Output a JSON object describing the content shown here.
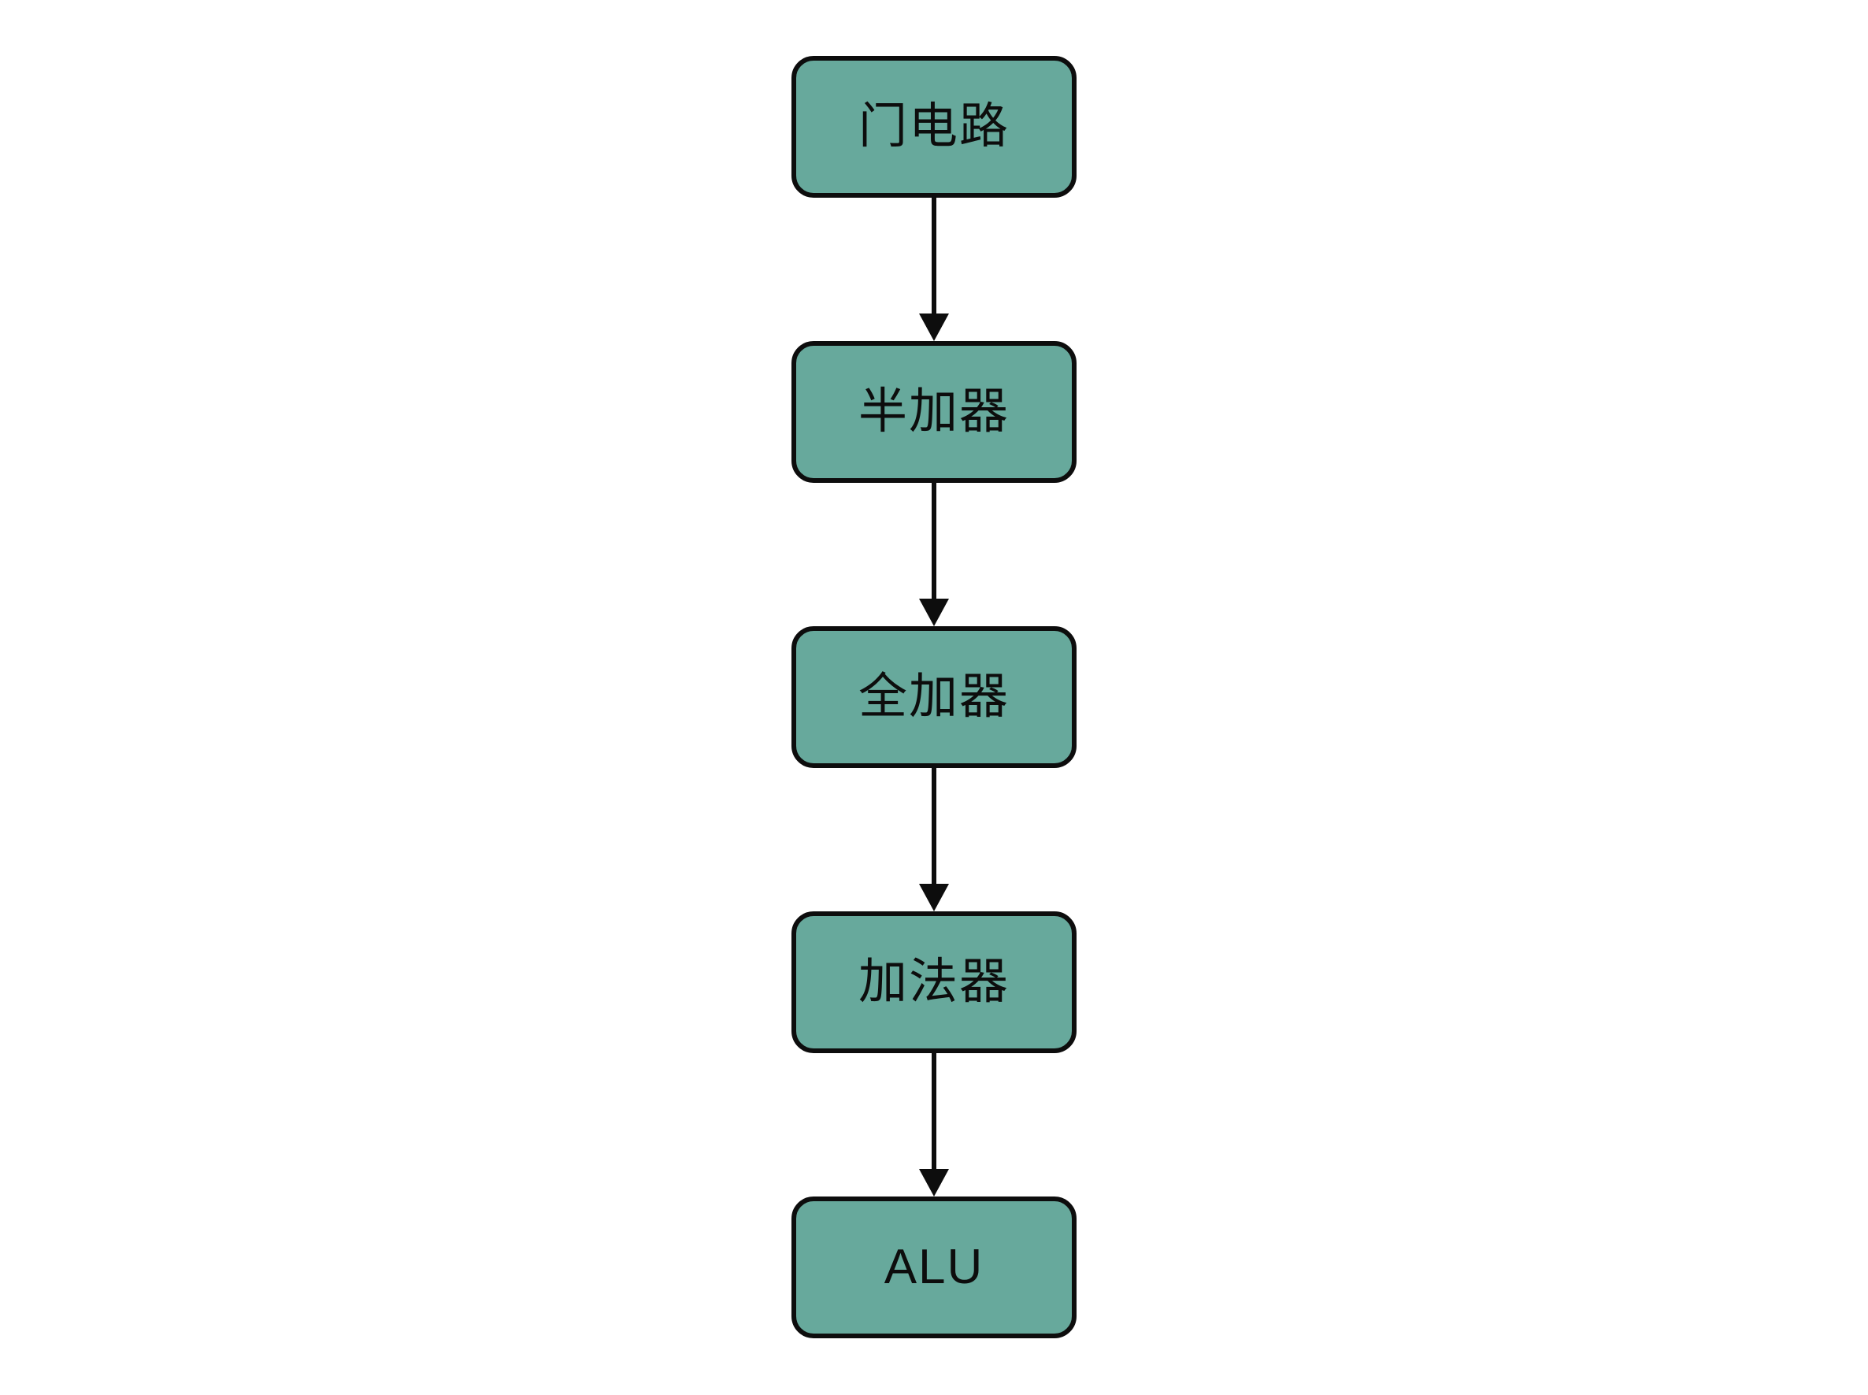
{
  "diagram": {
    "type": "flowchart",
    "direction": "top-down",
    "background_color": "#ffffff",
    "node_fill_color": "#67A99C",
    "node_border_color": "#0d0d0d",
    "node_text_color": "#0d0d0d",
    "arrow_color": "#0d0d0d",
    "nodes": [
      {
        "id": "gate-circuit",
        "label": "门电路"
      },
      {
        "id": "half-adder",
        "label": "半加器"
      },
      {
        "id": "full-adder",
        "label": "全加器"
      },
      {
        "id": "adder",
        "label": "加法器"
      },
      {
        "id": "alu",
        "label": "ALU"
      }
    ],
    "edges": [
      {
        "from": "门电路",
        "to": "半加器"
      },
      {
        "from": "半加器",
        "to": "全加器"
      },
      {
        "from": "全加器",
        "to": "加法器"
      },
      {
        "from": "加法器",
        "to": "ALU"
      }
    ]
  }
}
